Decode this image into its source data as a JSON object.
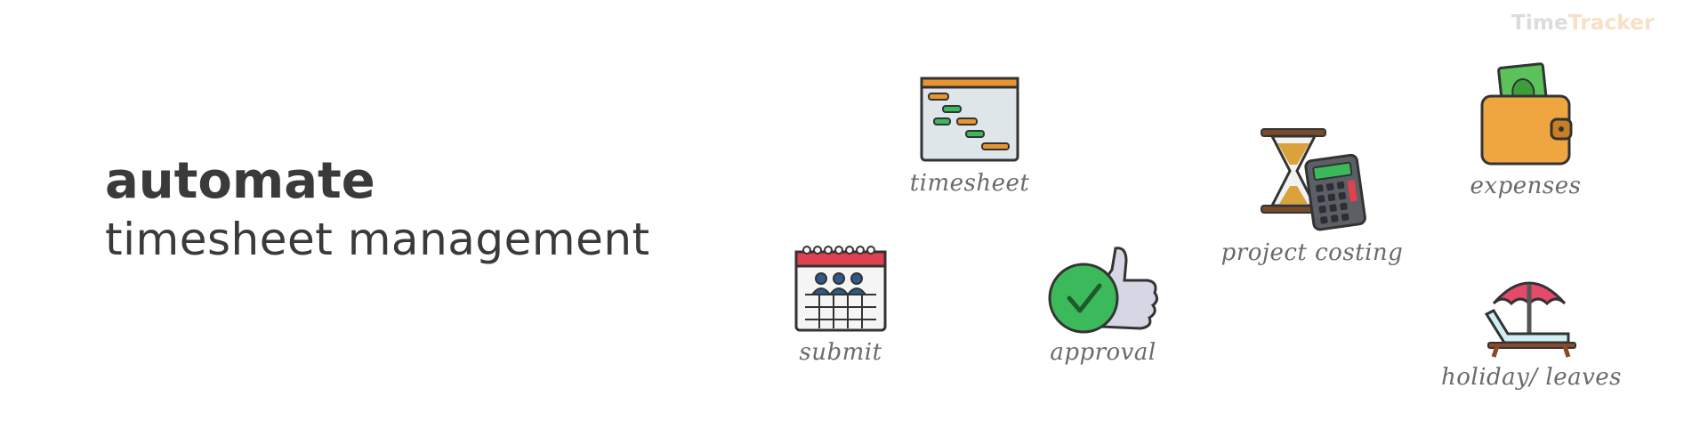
{
  "brand": {
    "part1": "Time",
    "part2": "Tracker",
    "color1": "#dcdcdc",
    "color2": "#f7e0c4"
  },
  "headline": {
    "line1": "automate",
    "line2": "timesheet management"
  },
  "features": [
    {
      "label": "timesheet",
      "icon": "timesheet-gantt-icon"
    },
    {
      "label": "project costing",
      "icon": "hourglass-calculator-icon"
    },
    {
      "label": "expenses",
      "icon": "wallet-money-icon"
    },
    {
      "label": "submit",
      "icon": "calendar-team-icon"
    },
    {
      "label": "approval",
      "icon": "thumbs-up-check-icon"
    },
    {
      "label": "holiday/ leaves",
      "icon": "beach-chair-umbrella-icon"
    }
  ],
  "colors": {
    "text": "#3a3a3a",
    "label": "#6a6a6a",
    "orange": "#e8952f",
    "green": "#3cb95a",
    "red": "#e0414f"
  }
}
